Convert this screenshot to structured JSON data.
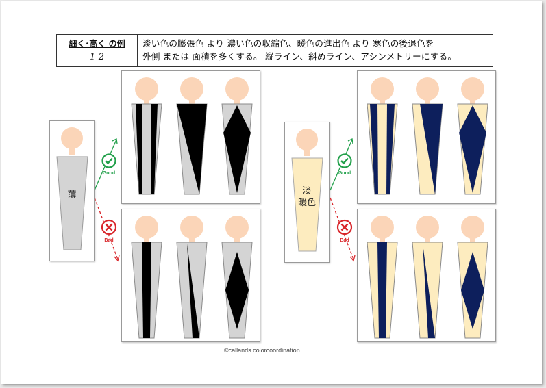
{
  "header": {
    "title_main": "細く･高く の例",
    "title_sub": "1-2",
    "desc_line1": "淡い色の膨張色 より 濃い色の収縮色、暖色の進出色 より 寒色の後退色を",
    "desc_line2": "外側 または 面積を多くする。 縦ライン、斜めライン、アシンメトリーにする。"
  },
  "left_group": {
    "base_label": "薄",
    "good_label": "Good",
    "bad_label": "Bad"
  },
  "right_group": {
    "base_label_1": "淡",
    "base_label_2": "暖色",
    "good_label": "Good",
    "bad_label": "Bad"
  },
  "credit": "©callands colorcoordination",
  "colors": {
    "skin": "#fbd5b8",
    "gray": "#d4d4d4",
    "black": "#000000",
    "cream": "#fdecbf",
    "navy": "#0d1f5c",
    "good_green": "#22a04b",
    "bad_red": "#d9262b"
  },
  "icons": {
    "good": "check-circle-icon",
    "bad": "x-circle-icon"
  }
}
